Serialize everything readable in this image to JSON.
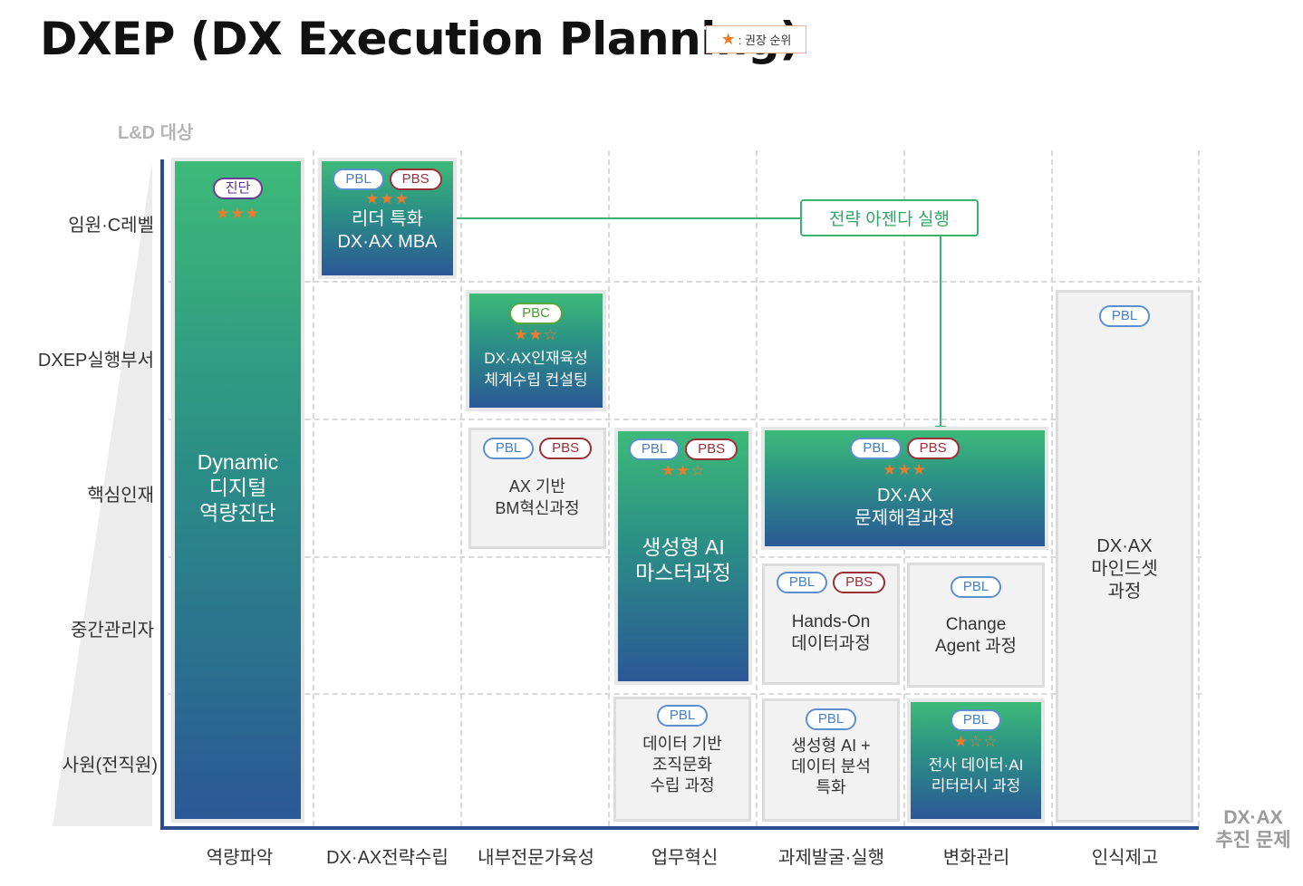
{
  "title": "DXEP (DX Execution Planning)",
  "legend": {
    "icon": "star-icon",
    "label": ": 권장 순위"
  },
  "y_axis_label": "L&D 대상",
  "x_axis_label": "DX·AX\n추진 문제",
  "rows": [
    "임원·C레벨",
    "DXEP실행부서",
    "핵심인재",
    "중간관리자",
    "사원(전직원)"
  ],
  "columns": [
    "역량파악",
    "DX·AX전략수립",
    "내부전문가육성",
    "업무혁신",
    "과제발굴·실행",
    "변화관리",
    "인식제고"
  ],
  "callout": "전략 아젠다 실행",
  "colors": {
    "axis": "#2a4d8f",
    "green_top": "#3dba78",
    "blue_bottom": "#2b5896",
    "star": "#f07b2c",
    "connector": "#3bb26f",
    "pbl": "#4a7fc2",
    "pbs": "#9e2e36",
    "pbc": "#4a9b33",
    "diag": "#5a2e8a"
  },
  "cards": {
    "diagnosis": {
      "badges": [
        "진단"
      ],
      "stars": "★★★",
      "name": "Dynamic\n디지털\n역량진단"
    },
    "mba": {
      "badges": [
        "PBL",
        "PBS"
      ],
      "stars": "★★★",
      "name": "리더 특화\nDX·AX MBA"
    },
    "consulting": {
      "badges": [
        "PBC"
      ],
      "stars": "★★☆",
      "name": "DX·AX인재육성\n체계수립 컨설팅"
    },
    "ax_bm": {
      "badges": [
        "PBL",
        "PBS"
      ],
      "name": "AX 기반\nBM혁신과정"
    },
    "genai_master": {
      "badges": [
        "PBL",
        "PBS"
      ],
      "stars": "★★☆",
      "name": "생성형 AI\n마스터과정"
    },
    "problem_solving": {
      "badges": [
        "PBL",
        "PBS"
      ],
      "stars": "★★★",
      "name": "DX·AX\n문제해결과정"
    },
    "mindset": {
      "badges": [
        "PBL"
      ],
      "name": "DX·AX\n마인드셋\n과정"
    },
    "hands_on": {
      "badges": [
        "PBL",
        "PBS"
      ],
      "name": "Hands-On\n데이터과정"
    },
    "change_agent": {
      "badges": [
        "PBL"
      ],
      "name": "Change\nAgent 과정"
    },
    "data_culture": {
      "badges": [
        "PBL"
      ],
      "name": "데이터 기반\n조직문화\n수립 과정"
    },
    "genai_analysis": {
      "badges": [
        "PBL"
      ],
      "name": "생성형 AI +\n데이터 분석\n특화"
    },
    "literacy": {
      "badges": [
        "PBL"
      ],
      "stars": "★☆☆",
      "name": "전사 데이터·AI\n리터러시 과정"
    }
  }
}
